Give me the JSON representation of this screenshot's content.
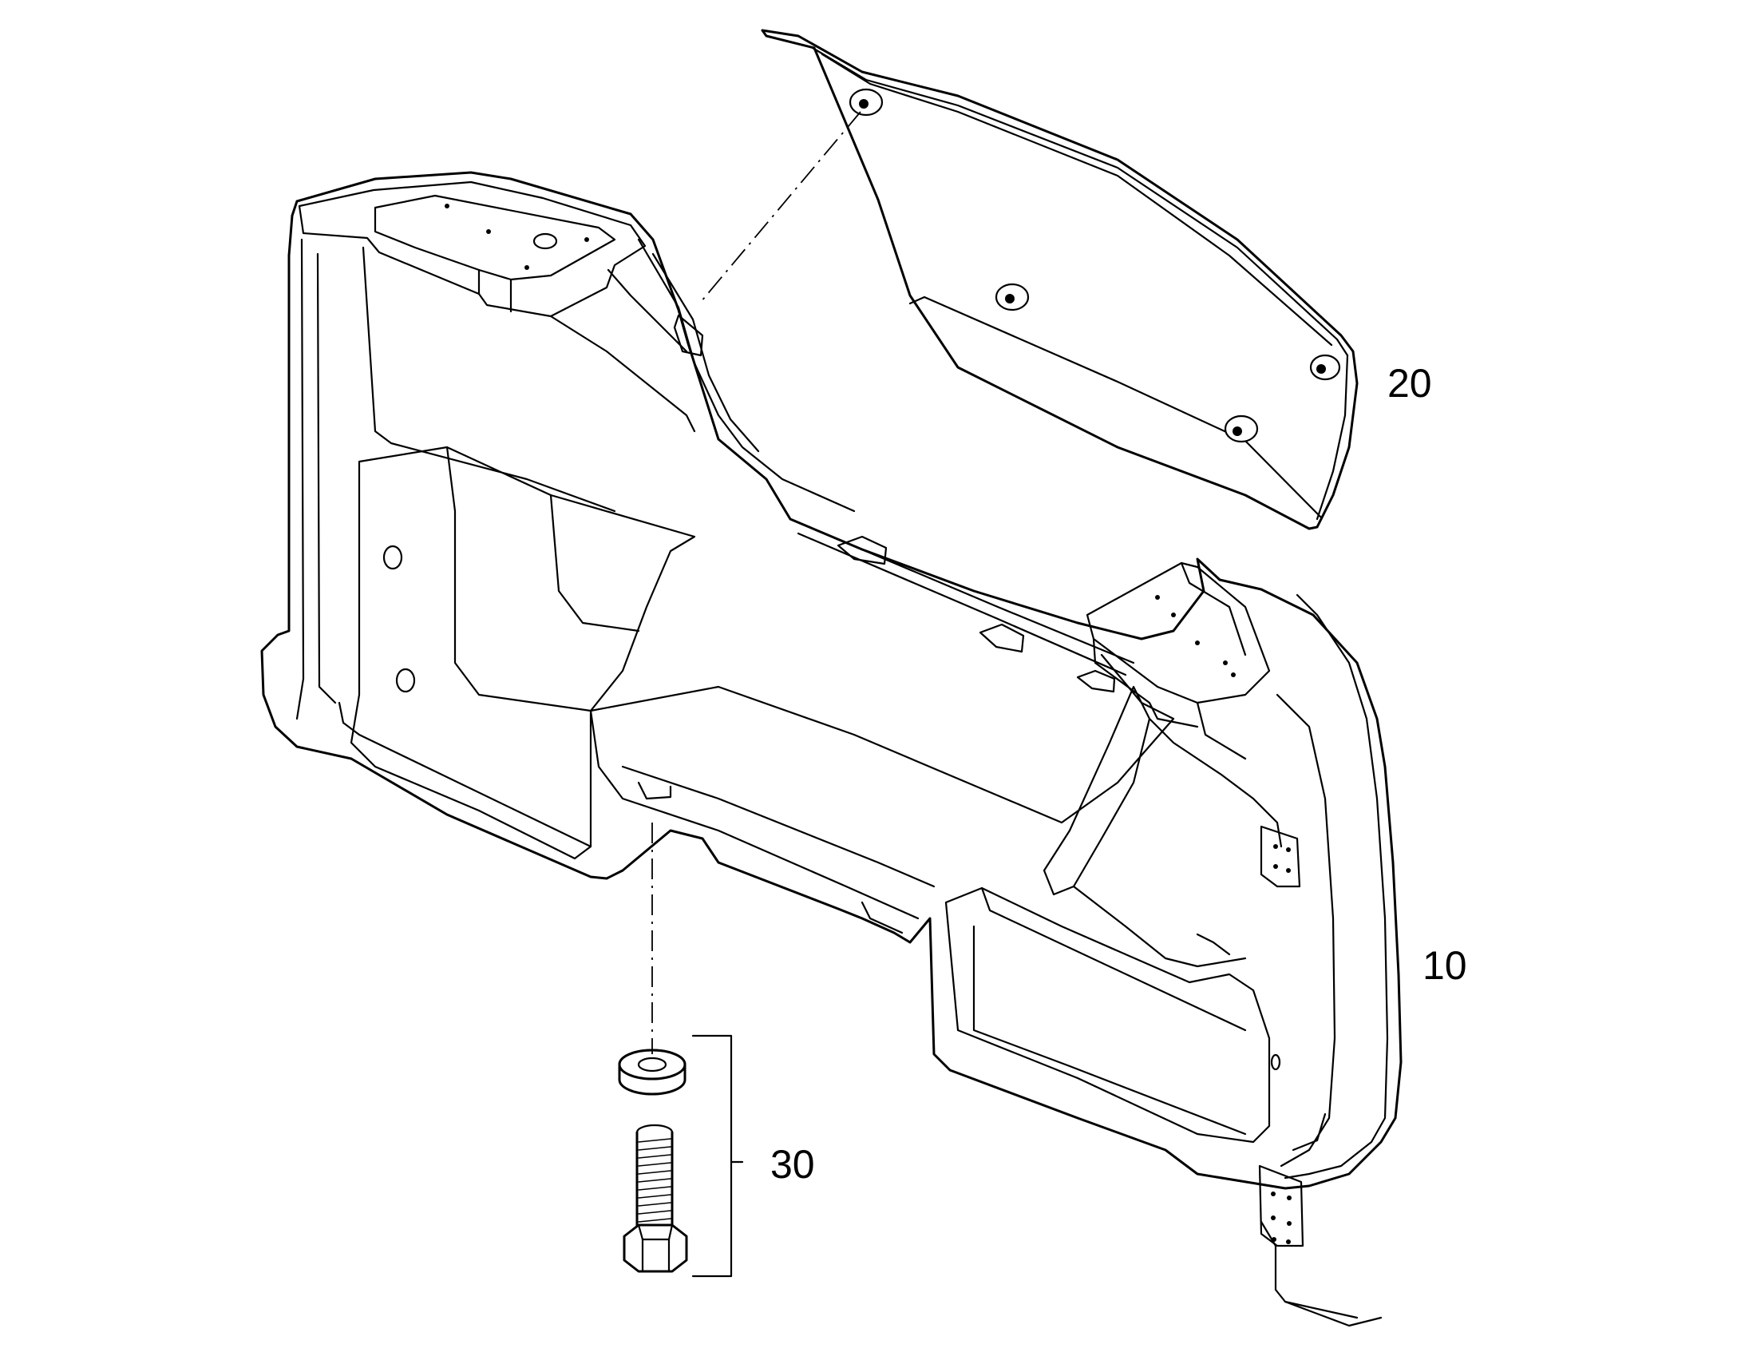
{
  "callouts": {
    "part_10": "10",
    "part_20": "20",
    "part_30": "30"
  },
  "colors": {
    "line": "#000000",
    "background": "#ffffff"
  }
}
